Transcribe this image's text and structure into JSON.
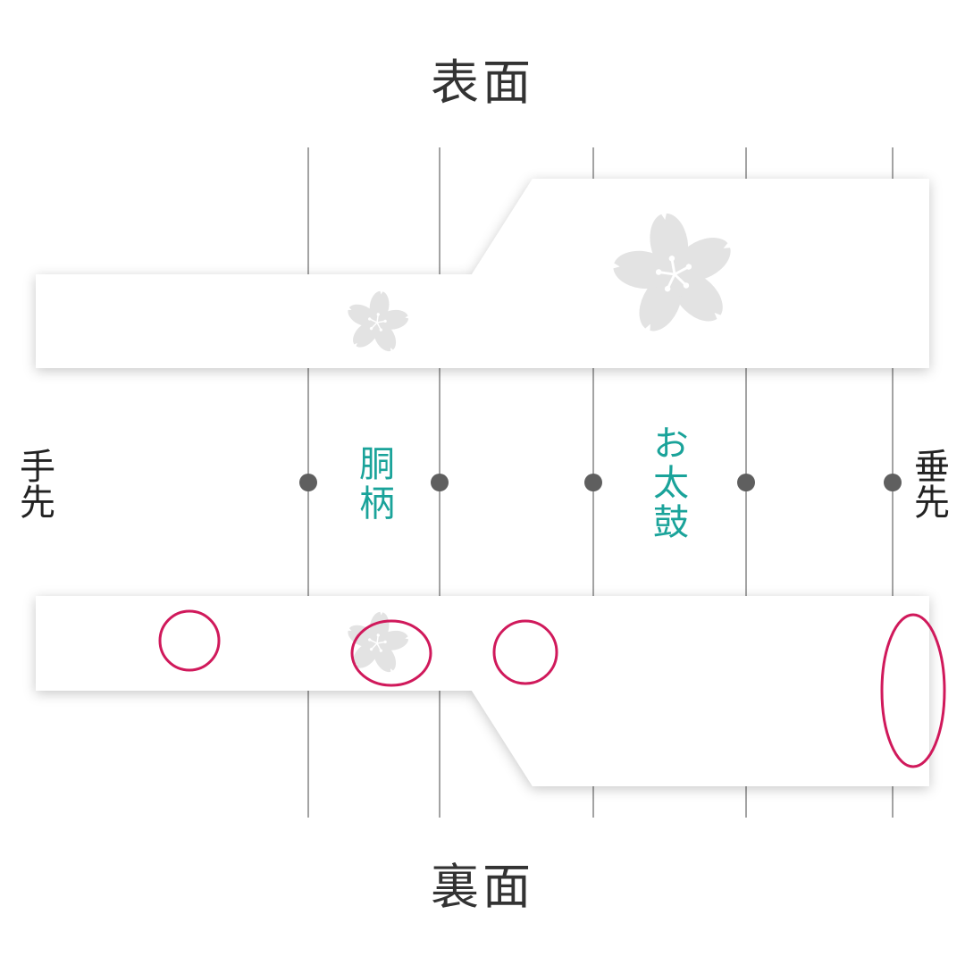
{
  "titles": {
    "top": "表面",
    "bottom": "裏面"
  },
  "side_labels": {
    "left": "手先",
    "right": "垂先"
  },
  "zone_labels": {
    "dougara": "胴柄",
    "otaiko": "お太鼓"
  },
  "colors": {
    "background": "#ffffff",
    "belt_fill": "#ffffff",
    "belt_shadow": "#bdbdbd",
    "guide_line": "#666666",
    "dot": "#5f5f5f",
    "flower": "#e3e3e3",
    "zone_text": "#1aa39a",
    "highlight": "#d0195b",
    "title_text": "#333333"
  },
  "icons": {
    "motif": "sakura-flower-icon",
    "divider_marker": "dot-marker-icon"
  }
}
